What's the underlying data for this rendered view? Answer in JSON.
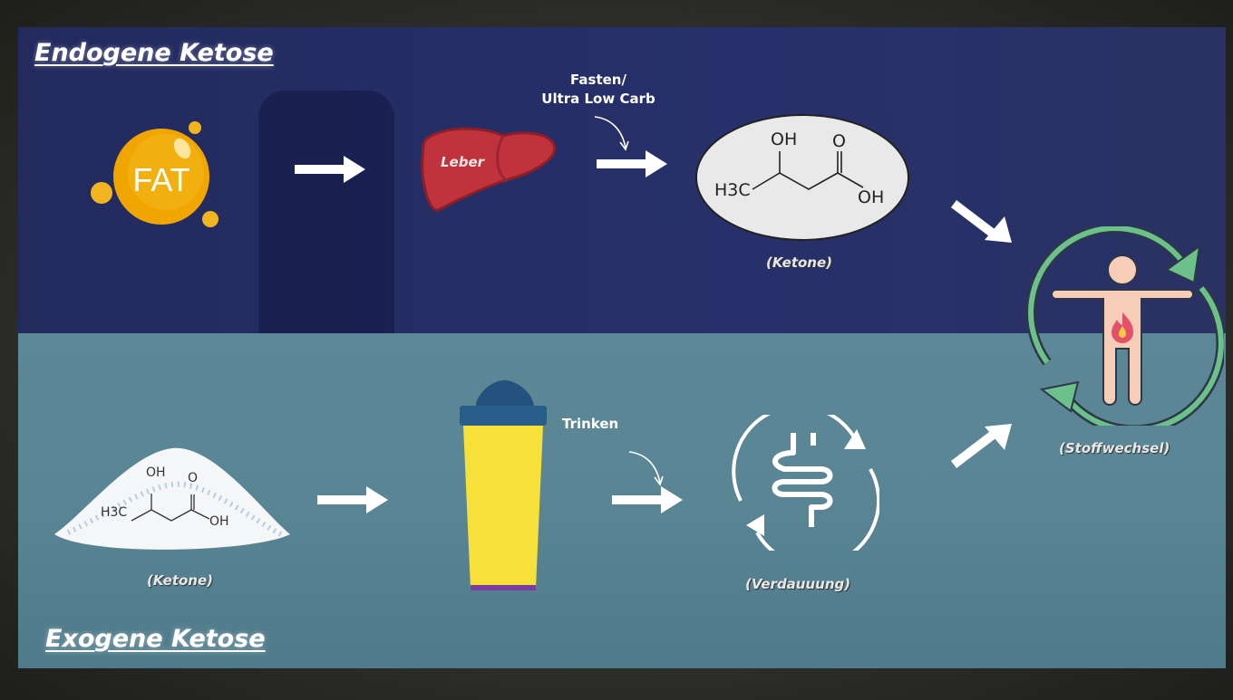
{
  "endogenous": {
    "title_prefix": "Endo",
    "title_suffix": "gene Ketose",
    "fat_label": "FAT",
    "liver_label": "Leber",
    "condition": [
      "Fasten/",
      "Ultra Low Carb"
    ],
    "ketone_caption": "(Ketone)",
    "molecule": {
      "oh_top": "OH",
      "o": "O",
      "h3c": "H3C",
      "oh_right": "OH"
    }
  },
  "exogenous": {
    "title_prefix": "Exo",
    "title_suffix": "gene Ketose",
    "ketone_caption": "(Ketone)",
    "action": "Trinken",
    "digestion_caption": "(Verdauuung)",
    "molecule": {
      "oh_top": "OH",
      "o": "O",
      "h3c": "H3C",
      "oh_right": "OH"
    }
  },
  "result": {
    "caption": "(Stoffwechsel)"
  },
  "colors": {
    "top_panel": "#262e65",
    "bottom_panel": "#5a8595",
    "cycle": "#6cc08a",
    "body": "#f6cdb6",
    "liver": "#c0333c",
    "fat": "#f0a500",
    "bottle": "#f7e03a"
  }
}
